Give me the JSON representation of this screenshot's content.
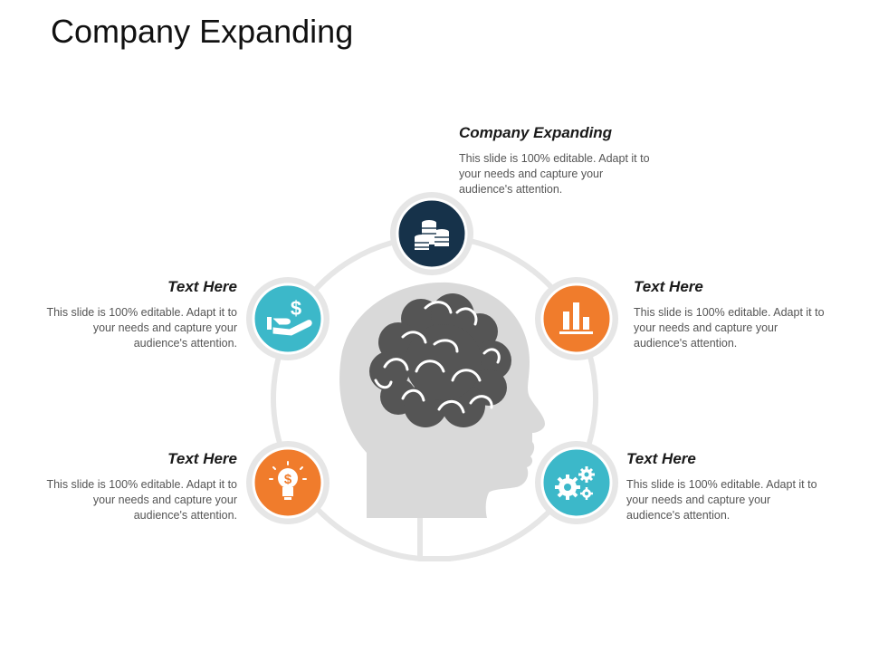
{
  "title": "Company Expanding",
  "colors": {
    "navy": "#16324a",
    "teal": "#3cb8c9",
    "orange": "#f07c2c",
    "ring": "#e6e6e6",
    "head": "#d9d9d9",
    "brain": "#555555"
  },
  "items": [
    {
      "id": "top",
      "heading": "Company Expanding",
      "body": "This slide is 100% editable. Adapt it to your needs and capture your audience's attention.",
      "icon": "coins-stack-icon",
      "color": "navy"
    },
    {
      "id": "left-top",
      "heading": "Text Here",
      "body": "This slide is 100% editable. Adapt it to your needs and capture your audience's attention.",
      "icon": "hand-dollar-icon",
      "color": "teal"
    },
    {
      "id": "right-top",
      "heading": "Text Here",
      "body": "This slide is 100% editable. Adapt it to your needs and capture your audience's attention.",
      "icon": "bar-chart-icon",
      "color": "orange"
    },
    {
      "id": "left-bottom",
      "heading": "Text Here",
      "body": "This slide is 100% editable. Adapt it to your needs and capture your audience's attention.",
      "icon": "lightbulb-dollar-icon",
      "color": "orange"
    },
    {
      "id": "right-bottom",
      "heading": "Text Here",
      "body": "This slide is 100% editable. Adapt it to your needs and capture your audience's attention.",
      "icon": "gears-icon",
      "color": "teal"
    }
  ]
}
